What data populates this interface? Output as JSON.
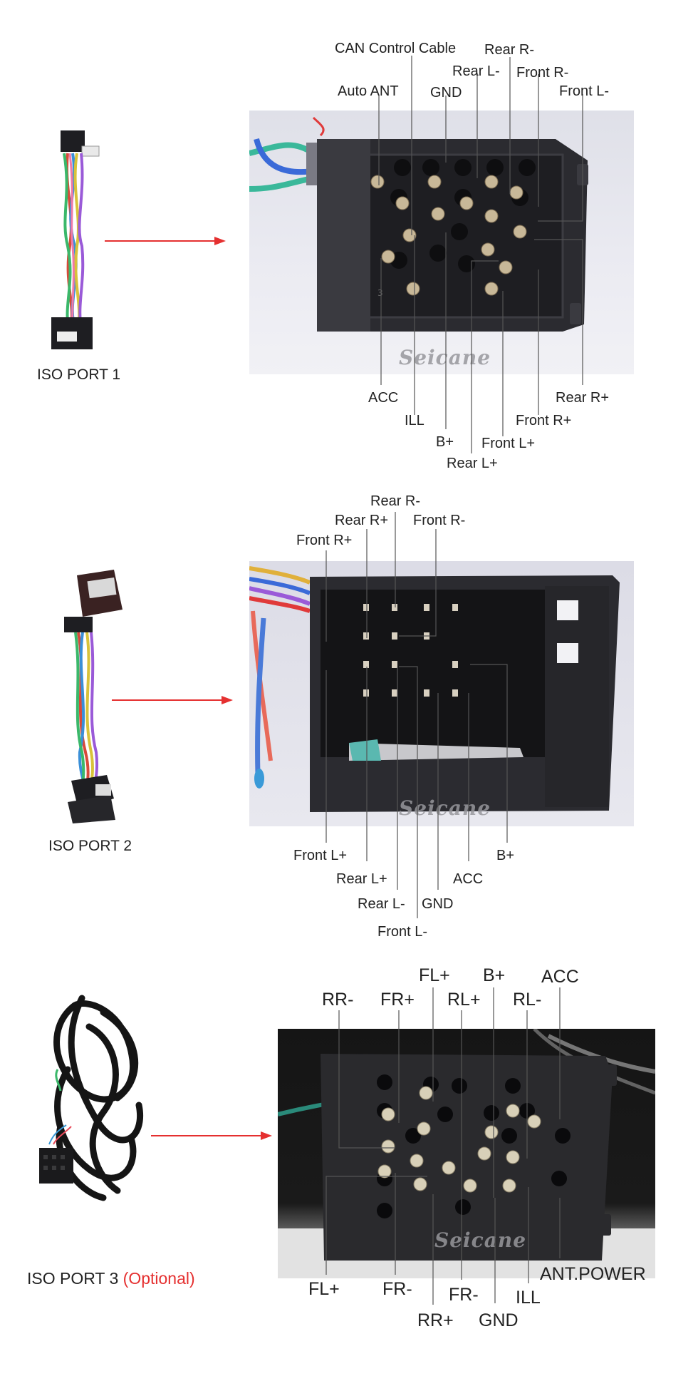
{
  "brand": {
    "watermark": "Seicane",
    "arrow_color": "#e53030",
    "optional_color": "#e53030"
  },
  "ports": [
    {
      "caption": "ISO PORT 1",
      "top_labels": [
        "CAN Control Cable",
        "Rear R-",
        "Rear L-",
        "Front R-",
        "Auto ANT",
        "GND",
        "Front L-"
      ],
      "bottom_labels": [
        "ACC",
        "Rear R+",
        "ILL",
        "Front R+",
        "B+",
        "Front L+",
        "Rear L+"
      ]
    },
    {
      "caption": "ISO PORT 2",
      "top_labels": [
        "Rear R-",
        "Rear R+",
        "Front R-",
        "Front R+"
      ],
      "bottom_labels": [
        "Front L+",
        "B+",
        "Rear L+",
        "ACC",
        "Rear L-",
        "GND",
        "Front L-"
      ]
    },
    {
      "caption": "ISO PORT 3",
      "caption_suffix": "(Optional)",
      "top_labels": [
        "FL+",
        "B+",
        "ACC",
        "RR-",
        "FR+",
        "RL+",
        "RL-"
      ],
      "bottom_labels": [
        "ANT.POWER",
        "FL+",
        "FR-",
        "FR-",
        "ILL",
        "RR+",
        "GND"
      ]
    }
  ]
}
